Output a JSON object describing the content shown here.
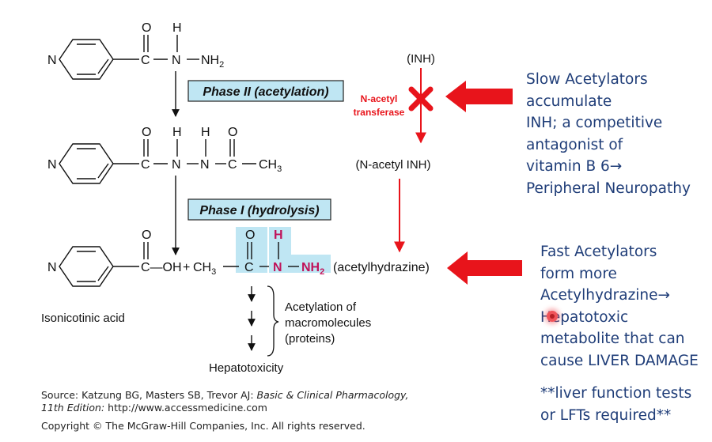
{
  "structures": {
    "row1": {
      "ring_n": "N",
      "carbon": "C",
      "oxygen": "O",
      "hydrogen": "H",
      "nitrogen": "N",
      "terminal": "NH",
      "terminal_sub": "2"
    },
    "row2": {
      "ring_n": "N",
      "carbon1": "C",
      "oxygen1": "O",
      "h1": "H",
      "n1": "N",
      "h2": "H",
      "n2": "N",
      "carbon2": "C",
      "oxygen2": "O",
      "methyl": "CH",
      "methyl_sub": "3"
    },
    "row3": {
      "ring_n": "N",
      "oxygen1": "O",
      "c_oh": "C—OH",
      "plus": "+",
      "ch3": "CH",
      "ch3_sub": "3",
      "carbon": "C",
      "oxygen2": "O",
      "hydrogen": "H",
      "nitrogen": "N",
      "nh": "NH",
      "nh_sub": "2",
      "product": "(acetylhydrazine)"
    }
  },
  "phase_boxes": {
    "phase2": "Phase II (acetylation)",
    "phase1": "Phase I (hydrolysis)"
  },
  "labels": {
    "inh": "(INH)",
    "n_acetyl_inh": "(N-acetyl INH)",
    "enzyme_line1": "N-acetyl",
    "enzyme_line2": "transferase",
    "isonicotinic": "Isonicotinic acid",
    "acetylation_lines": [
      "Acetylation of",
      "macromolecules",
      "(proteins)"
    ],
    "hepatotoxicity": "Hepatotoxicity"
  },
  "source": {
    "prefix": "Source: Katzung BG, Masters SB, Trevor AJ: ",
    "book": "Basic & Clinical Pharmacology,",
    "edition": "11th Edition:",
    "url": " http://www.accessmedicine.com",
    "copyright": "Copyright © The McGraw-Hill Companies, Inc. All rights reserved."
  },
  "slow_note": {
    "lines": [
      "Slow Acetylators",
      "accumulate",
      "INH; a competitive",
      "antagonist of",
      "vitamin B 6→",
      "Peripheral Neuropathy"
    ]
  },
  "fast_note": {
    "lines": [
      "Fast Acetylators",
      "form more",
      "Acetylhydrazine→",
      "Hepatotoxic",
      "metabolite that can",
      "cause LIVER DAMAGE"
    ],
    "footer_lines": [
      "**liver function tests",
      "or LFTs required**"
    ]
  },
  "colors": {
    "note_text": "#1f3d78",
    "red": "#e8141b",
    "phase_box_fill": "#bfe6f3",
    "highlight": "#bfe6f3",
    "magenta": "#c0135a"
  }
}
